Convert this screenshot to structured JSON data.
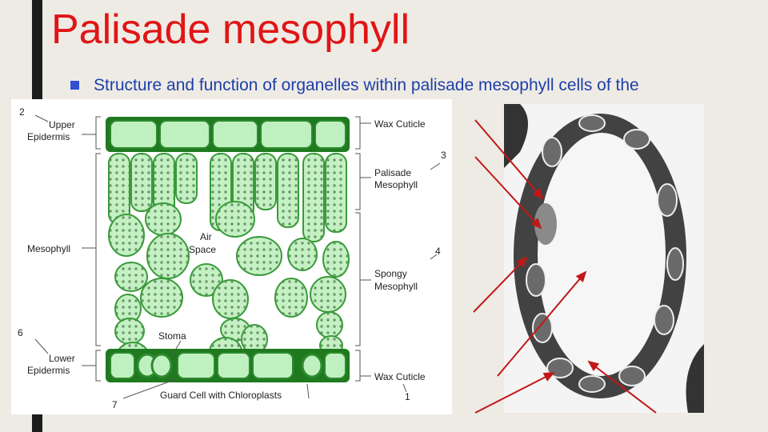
{
  "title": "Palisade mesophyll",
  "subtitle": "Structure and function of organelles within palisade mesophyll cells of the",
  "diagram": {
    "labels": {
      "n2": "2",
      "upper_epidermis_1": "Upper",
      "upper_epidermis_2": "Epidermis",
      "mesophyll": "Mesophyll",
      "n6": "6",
      "lower_epidermis_1": "Lower",
      "lower_epidermis_2": "Epidermis",
      "n7": "7",
      "guard_cell": "Guard Cell with Chloroplasts",
      "n1": "1",
      "wax_cuticle_top": "Wax Cuticle",
      "n3": "3",
      "palisade_1": "Palisade",
      "palisade_2": "Mesophyll",
      "n4": "4",
      "spongy_1": "Spongy",
      "spongy_2": "Mesophyll",
      "wax_cuticle_bottom": "Wax Cuticle",
      "air_space_1": "Air",
      "air_space_2": "Space",
      "stoma": "Stoma"
    }
  },
  "colors": {
    "title": "#e01515",
    "subtitle": "#1e3fa8",
    "cell_fill": "#b8ecb8",
    "cell_stroke": "#2e8a2e",
    "arrow": "#c01818"
  }
}
